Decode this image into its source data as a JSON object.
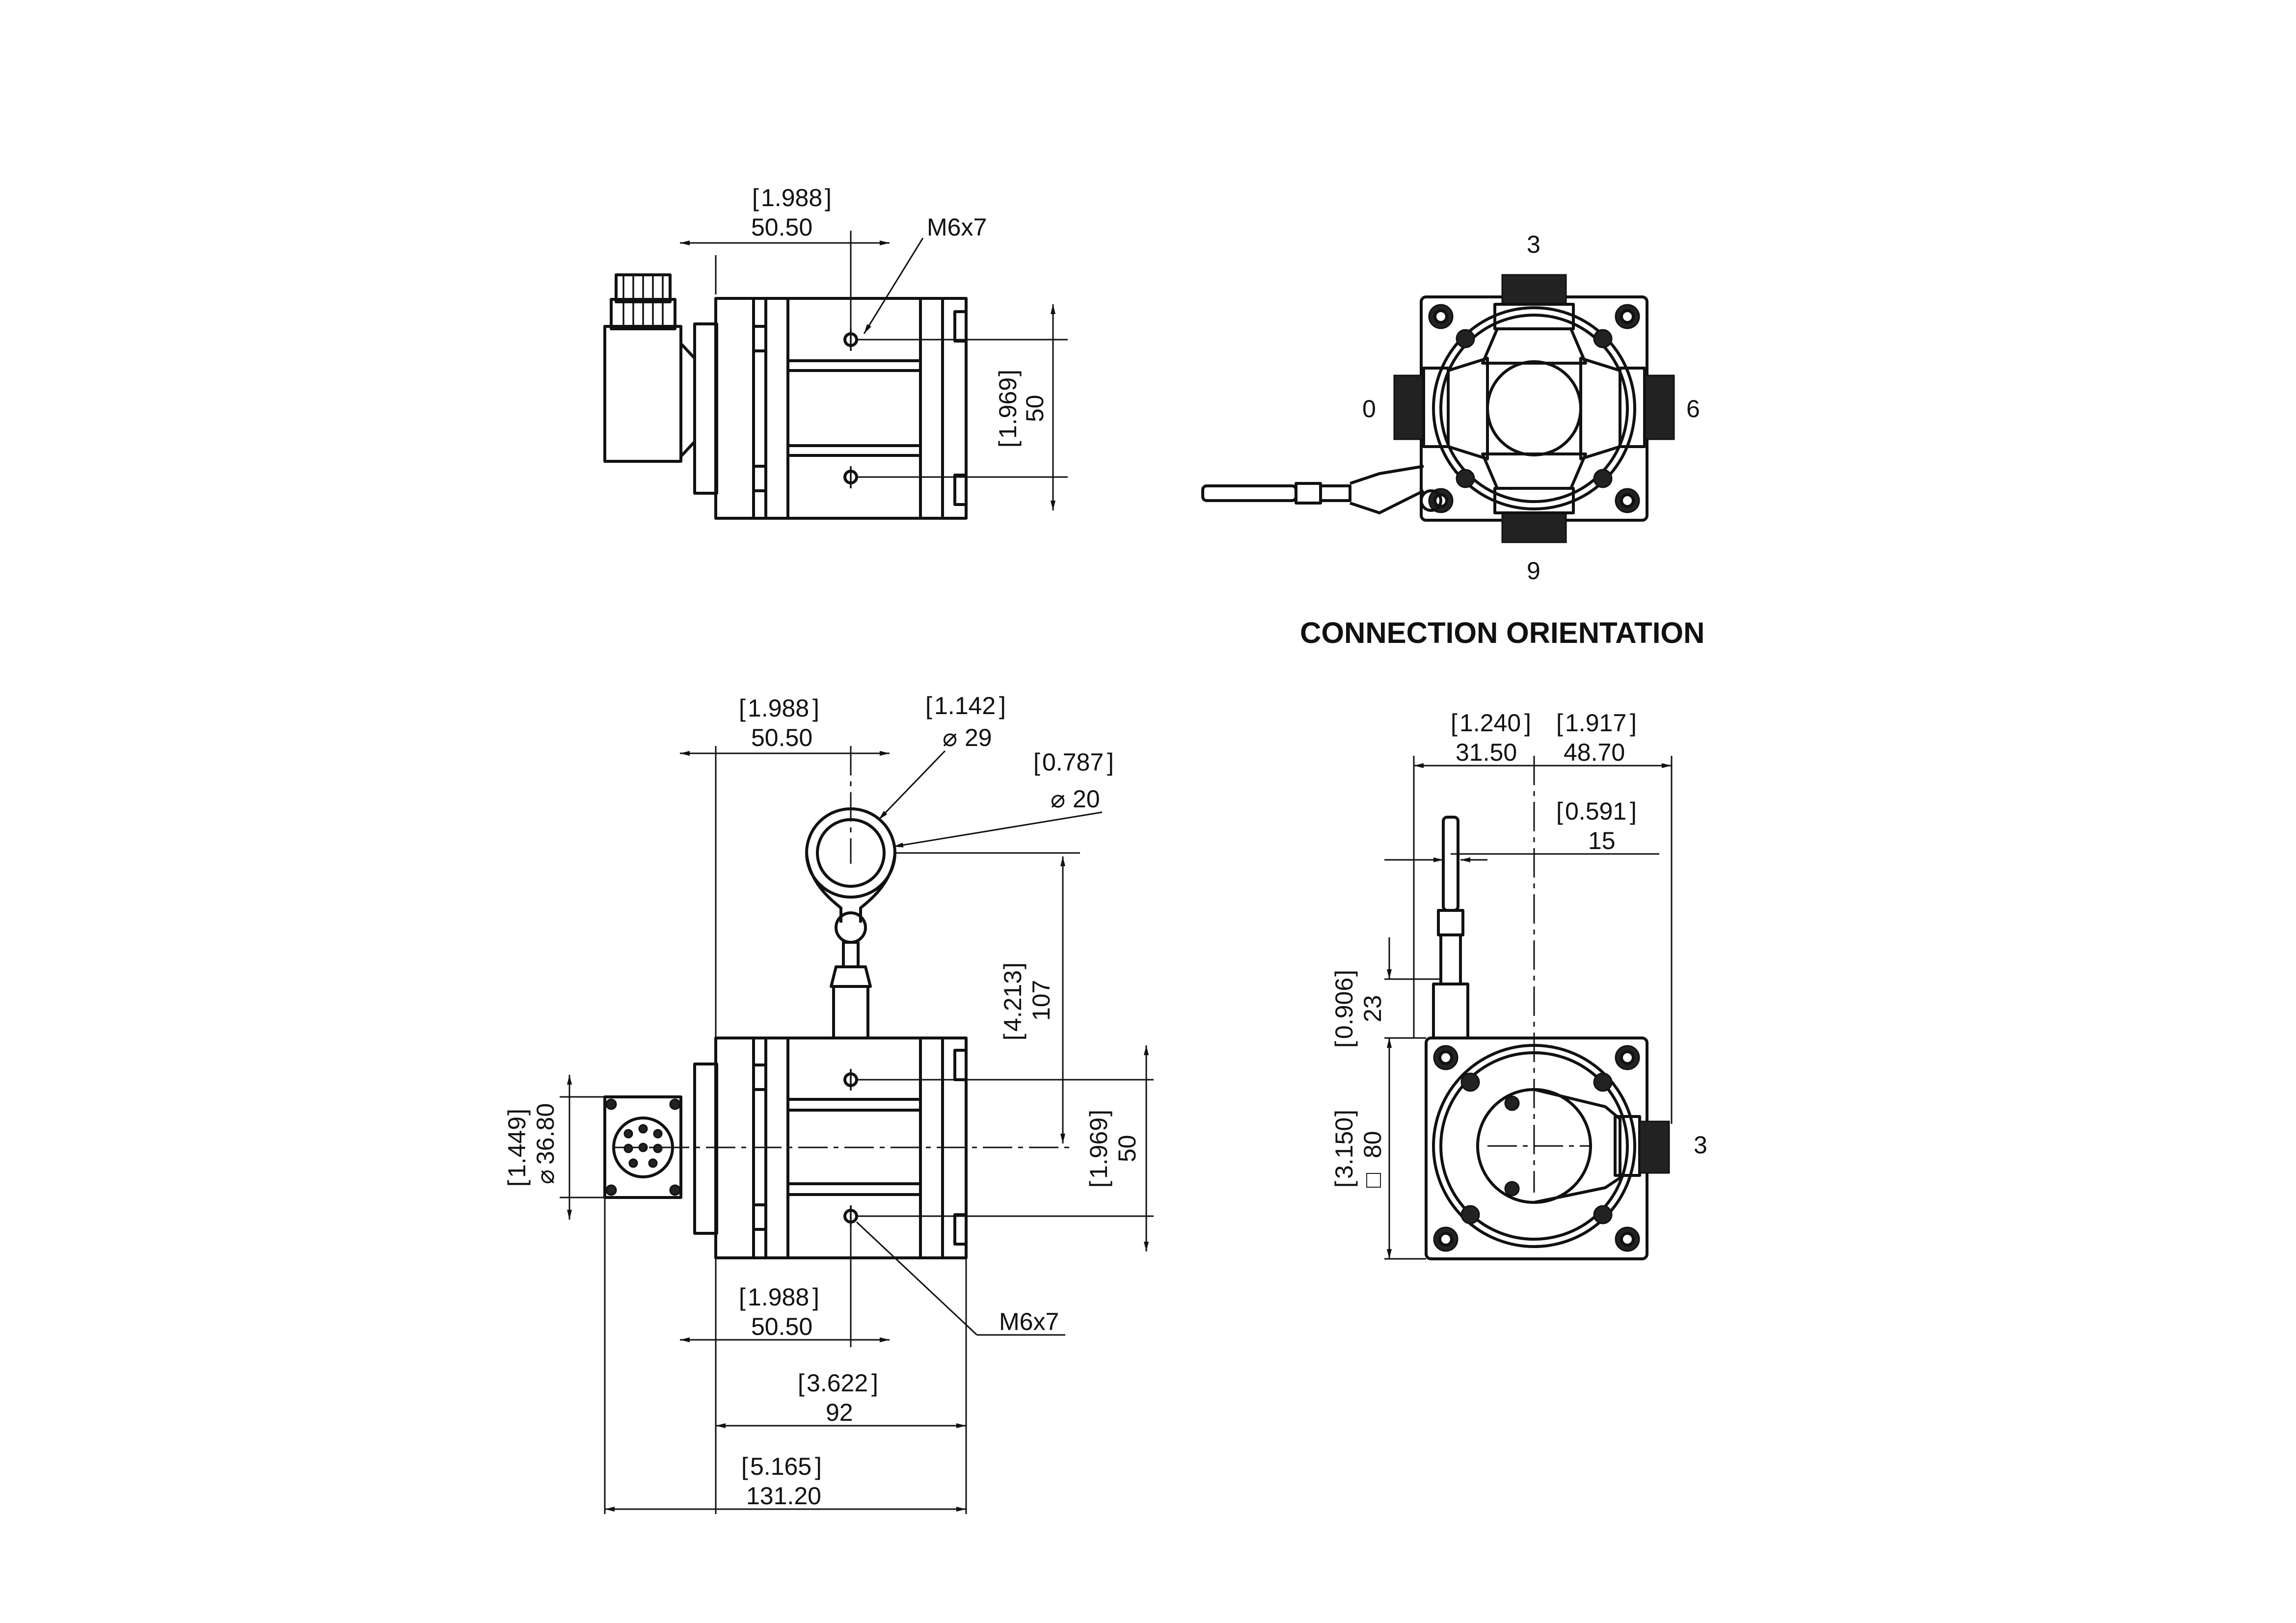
{
  "section_title": "CONNECTION ORIENTATION",
  "orientation_labels": {
    "top": "3",
    "left": "0",
    "right": "6",
    "bottom": "9"
  },
  "view_top": {
    "width_in": "1.988",
    "width_mm": "50.50",
    "thread": "M6x7",
    "hole_spacing_in": "1.969",
    "hole_spacing_mm": "50"
  },
  "view_front": {
    "top_width_in": "1.988",
    "top_width_mm": "50.50",
    "ring_outer_in": "1.142",
    "ring_outer_mm": "29",
    "ring_inner_in": "0.787",
    "ring_inner_mm": "20",
    "ring_height_in": "4.213",
    "ring_height_mm": "107",
    "hole_spacing_in": "1.969",
    "hole_spacing_mm": "50",
    "connector_dia_in": "1.449",
    "connector_dia_mm": "36.80",
    "bottom_width_in": "1.988",
    "bottom_width_mm": "50.50",
    "thread": "M6x7",
    "body_length_in": "3.622",
    "body_length_mm": "92",
    "overall_length_in": "5.165",
    "overall_length_mm": "131.20"
  },
  "view_side": {
    "left_offset_in": "1.240",
    "left_offset_mm": "31.50",
    "right_offset_in": "1.917",
    "right_offset_mm": "48.70",
    "cable_offset_in": "0.591",
    "cable_offset_mm": "15",
    "cable_height_in": "0.906",
    "cable_height_mm": "23",
    "square_in": "3.150",
    "square_mm": "80",
    "connector_label": "3"
  },
  "symbols": {
    "diameter": "⌀",
    "square": "□",
    "bracket_open": "[",
    "bracket_close": "]"
  }
}
